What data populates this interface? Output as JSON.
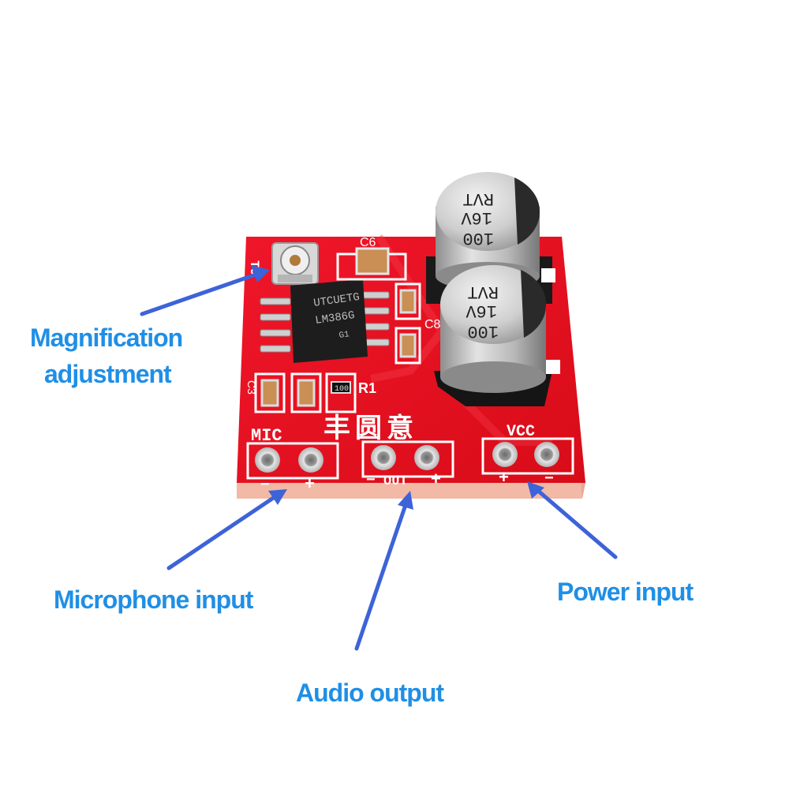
{
  "callouts": {
    "magnification_line1": "Magnification",
    "magnification_line2": "adjustment",
    "microphone": "Microphone input",
    "audio": "Audio output",
    "power": "Power input"
  },
  "board": {
    "silkscreen_mic": "MIC",
    "silkscreen_vcc": "VCC",
    "silkscreen_out": "OUT",
    "silkscreen_r1": "R1",
    "silkscreen_c6": "C6",
    "silkscreen_c3": "C3",
    "silkscreen_chinese": "丰圆意",
    "minus": "−",
    "plus": "+",
    "chip_line1": "UTCUETG",
    "chip_line2": "LM386G",
    "chip_line3": "G1",
    "cap_line1": "RVT",
    "cap_line2": "16V",
    "cap_line3": "100",
    "resistor_code": "100"
  },
  "colors": {
    "pcb_red": "#e8101e",
    "pcb_edge": "#f1b9a6",
    "callout_text": "#1f8fe6",
    "arrow": "#3d63d8",
    "capacitor_silver": "#c9c9c9"
  }
}
